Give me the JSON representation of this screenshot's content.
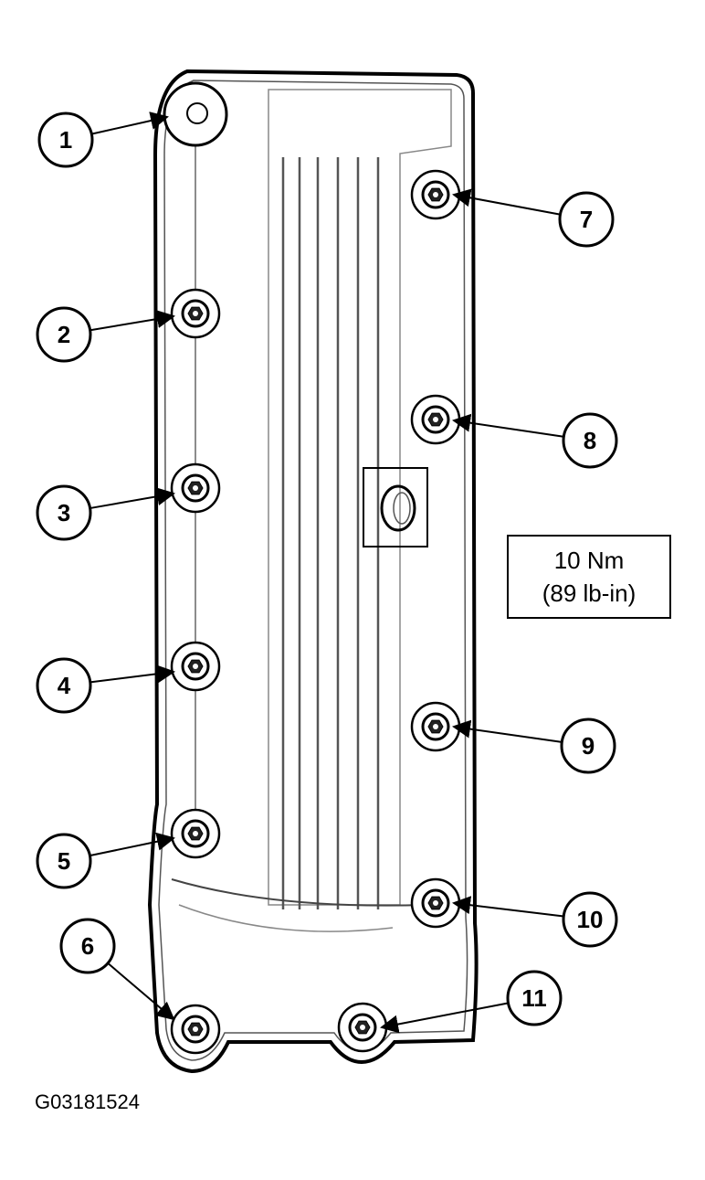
{
  "callouts": [
    {
      "label": "1"
    },
    {
      "label": "2"
    },
    {
      "label": "3"
    },
    {
      "label": "4"
    },
    {
      "label": "5"
    },
    {
      "label": "6"
    },
    {
      "label": "7"
    },
    {
      "label": "8"
    },
    {
      "label": "9"
    },
    {
      "label": "10"
    },
    {
      "label": "11"
    }
  ],
  "torque_spec": {
    "line1": "10 Nm",
    "line2": "(89 lb-in)"
  },
  "figure_id": "G03181524"
}
